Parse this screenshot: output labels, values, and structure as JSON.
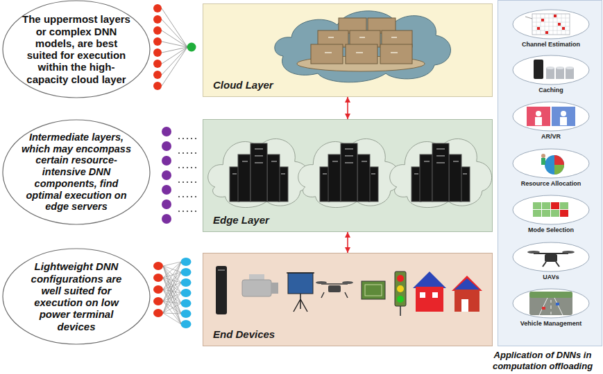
{
  "diagram": {
    "nodes": [
      {
        "text": [
          "The uppermost layers or complex DNN models, are best suited for execution within the high-capacity cloud layer"
        ]
      },
      {
        "text": [
          "Cloud Layer"
        ]
      },
      {
        "text": [
          "Intermediate layers, which may encompass certain resource-intensive DNN components, find optimal execution on edge servers"
        ]
      },
      {
        "text": [
          "Edge Layer"
        ]
      },
      {
        "text": [
          "Lightweight DNN configurations are well suited for execution on low power terminal devices"
        ]
      },
      {
        "text": [
          "End Devices"
        ]
      },
      {
        "text": [
          "Application of DNNs in computation offloading"
        ]
      },
      {
        "text": [
          "Channel Estimation"
        ],
        "in": 6
      },
      {
        "text": [
          "Caching"
        ],
        "in": 6
      },
      {
        "text": [
          "AR/VR"
        ],
        "in": 6
      },
      {
        "text": [
          "Resource Allocation"
        ],
        "in": 6
      },
      {
        "text": [
          "Mode Selection"
        ],
        "in": 6
      },
      {
        "text": [
          "UAVs"
        ],
        "in": 6
      },
      {
        "text": [
          "Vehicle Management"
        ],
        "in": 6
      }
    ],
    "edges": [
      {
        "from": 1,
        "to": 3,
        "arrow": "both"
      },
      {
        "from": 3,
        "to": 5,
        "arrow": "both"
      }
    ]
  }
}
